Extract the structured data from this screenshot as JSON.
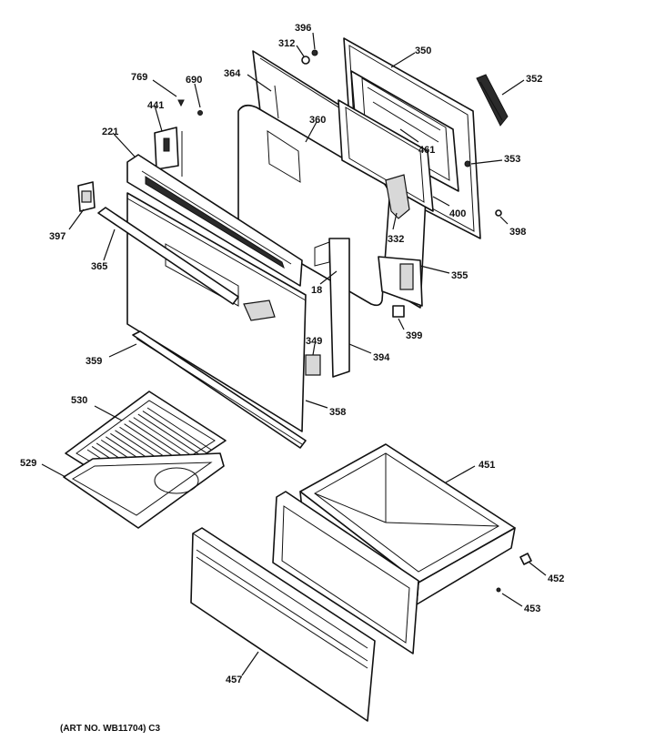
{
  "art_number": "(ART NO. WB11704) C3",
  "callouts": [
    {
      "id": "396",
      "name": "396"
    },
    {
      "id": "312",
      "name": "312"
    },
    {
      "id": "350",
      "name": "350"
    },
    {
      "id": "769",
      "name": "769"
    },
    {
      "id": "690",
      "name": "690"
    },
    {
      "id": "364",
      "name": "364"
    },
    {
      "id": "352",
      "name": "352"
    },
    {
      "id": "441",
      "name": "441"
    },
    {
      "id": "360",
      "name": "360"
    },
    {
      "id": "221",
      "name": "221"
    },
    {
      "id": "461",
      "name": "461"
    },
    {
      "id": "353",
      "name": "353"
    },
    {
      "id": "397",
      "name": "397"
    },
    {
      "id": "400",
      "name": "400"
    },
    {
      "id": "398",
      "name": "398"
    },
    {
      "id": "332",
      "name": "332"
    },
    {
      "id": "365",
      "name": "365"
    },
    {
      "id": "355",
      "name": "355"
    },
    {
      "id": "18",
      "name": "18"
    },
    {
      "id": "399",
      "name": "399"
    },
    {
      "id": "349",
      "name": "349"
    },
    {
      "id": "359",
      "name": "359"
    },
    {
      "id": "394",
      "name": "394"
    },
    {
      "id": "358",
      "name": "358"
    },
    {
      "id": "530",
      "name": "530"
    },
    {
      "id": "451",
      "name": "451"
    },
    {
      "id": "529",
      "name": "529"
    },
    {
      "id": "452",
      "name": "452"
    },
    {
      "id": "453",
      "name": "453"
    },
    {
      "id": "457",
      "name": "457"
    }
  ]
}
